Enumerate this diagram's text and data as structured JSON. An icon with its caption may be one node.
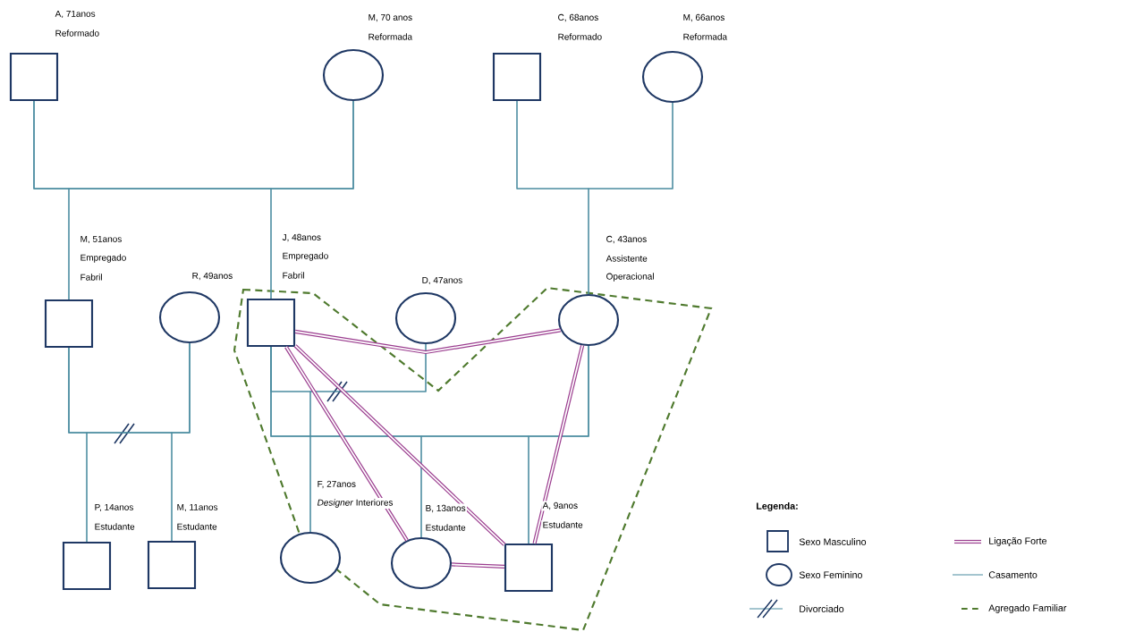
{
  "diagram": {
    "nodes": [
      {
        "text": [],
        "shape": "box",
        "beside": [
          "A, 71anos",
          "Reformado"
        ]
      },
      {
        "text": [],
        "shape": "circle",
        "beside": [
          "M, 70 anos",
          "Reformada"
        ]
      },
      {
        "text": [],
        "shape": "box",
        "beside": [
          "C, 68anos",
          "Reformado"
        ]
      },
      {
        "text": [],
        "shape": "circle",
        "beside": [
          "M, 66anos",
          "Reformada"
        ]
      },
      {
        "text": [],
        "shape": "box",
        "beside": [
          "M, 51anos",
          "Empregado",
          "Fabril"
        ]
      },
      {
        "text": [],
        "shape": "circle",
        "beside": [
          "R, 49anos"
        ]
      },
      {
        "text": [],
        "shape": "box",
        "beside": [
          "J, 48anos",
          "Empregado",
          "Fabril"
        ]
      },
      {
        "text": [],
        "shape": "circle",
        "beside": [
          "D, 47anos"
        ]
      },
      {
        "text": [],
        "shape": "circle",
        "beside": [
          "C, 43anos",
          "Assistente",
          "Operacional"
        ]
      },
      {
        "text": [],
        "shape": "box",
        "beside": [
          "P, 14anos",
          "Estudante"
        ]
      },
      {
        "text": [],
        "shape": "box",
        "beside": [
          "M, 11anos",
          "Estudante"
        ]
      },
      {
        "text": [],
        "shape": "circle",
        "beside": [
          "F, 27anos",
          "*Designer* Interiores"
        ]
      },
      {
        "text": [],
        "shape": "circle",
        "beside": [
          "B, 13anos",
          "Estudante"
        ]
      },
      {
        "text": [],
        "shape": "box",
        "beside": [
          "A, 9anos",
          "Estudante"
        ]
      }
    ],
    "edges": [
      {
        "from": 0,
        "to": 1,
        "arrow": "none"
      },
      {
        "from": 0,
        "to": 4,
        "arrow": "none"
      },
      {
        "from": 1,
        "to": 4,
        "arrow": "none"
      },
      {
        "from": 0,
        "to": 6,
        "arrow": "none"
      },
      {
        "from": 1,
        "to": 6,
        "arrow": "none"
      },
      {
        "from": 2,
        "to": 3,
        "arrow": "none"
      },
      {
        "from": 2,
        "to": 8,
        "arrow": "none"
      },
      {
        "from": 3,
        "to": 8,
        "arrow": "none"
      },
      {
        "from": 4,
        "to": 5,
        "arrow": "none"
      },
      {
        "from": 4,
        "to": 9,
        "arrow": "none"
      },
      {
        "from": 5,
        "to": 9,
        "arrow": "none"
      },
      {
        "from": 4,
        "to": 10,
        "arrow": "none"
      },
      {
        "from": 5,
        "to": 10,
        "arrow": "none"
      },
      {
        "from": 6,
        "to": 7,
        "arrow": "none"
      },
      {
        "from": 6,
        "to": 11,
        "arrow": "none"
      },
      {
        "from": 7,
        "to": 11,
        "arrow": "none"
      },
      {
        "from": 6,
        "to": 8,
        "arrow": "none"
      },
      {
        "from": 6,
        "to": 12,
        "arrow": "none"
      },
      {
        "from": 8,
        "to": 12,
        "arrow": "none"
      },
      {
        "from": 6,
        "to": 13,
        "arrow": "none"
      },
      {
        "from": 8,
        "to": 13,
        "arrow": "none"
      },
      {
        "from": 6,
        "to": 8,
        "arrow": "none",
        "style": "thick",
        "color": "#9b3d8f"
      },
      {
        "from": 6,
        "to": 12,
        "arrow": "none",
        "style": "thick",
        "color": "#9b3d8f"
      },
      {
        "from": 6,
        "to": 13,
        "arrow": "none",
        "style": "thick",
        "color": "#9b3d8f"
      },
      {
        "from": 8,
        "to": 13,
        "arrow": "none",
        "style": "thick",
        "color": "#9b3d8f"
      },
      {
        "from": 12,
        "to": 13,
        "arrow": "none",
        "style": "thick",
        "color": "#9b3d8f"
      }
    ],
    "labels": [
      "Legenda:"
    ],
    "legend": [
      {
        "text": "Sexo Masculino"
      },
      {
        "text": "Ligação Forte"
      },
      {
        "text": "Sexo Feminino"
      },
      {
        "text": "Casamento"
      },
      {
        "text": "Divorciado"
      },
      {
        "text": "Agregado Familiar"
      }
    ]
  }
}
